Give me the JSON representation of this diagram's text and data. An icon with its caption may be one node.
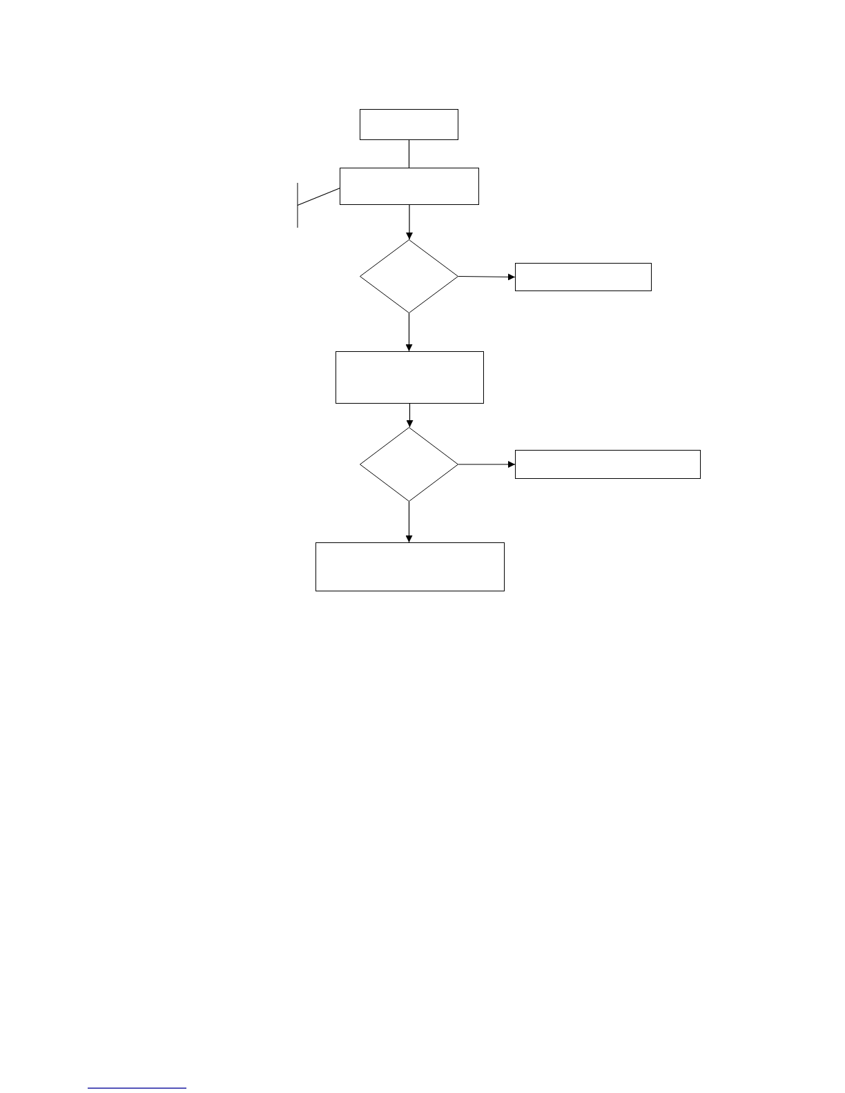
{
  "diagram": {
    "nodes": [
      {
        "text": [],
        "shape": "box"
      },
      {
        "text": [],
        "shape": "box"
      },
      {
        "text": [],
        "shape": "diamond"
      },
      {
        "text": [],
        "shape": "box"
      },
      {
        "text": [],
        "shape": "box"
      },
      {
        "text": [],
        "shape": "diamond"
      },
      {
        "text": [],
        "shape": "box"
      },
      {
        "text": [],
        "shape": "box"
      },
      {
        "text": [],
        "shape": "bracket"
      }
    ],
    "edges": [
      {
        "from": 0,
        "to": 1,
        "arrow": "none"
      },
      {
        "from": 1,
        "to": 2,
        "arrow": "to"
      },
      {
        "from": 2,
        "to": 3,
        "arrow": "to"
      },
      {
        "from": 2,
        "to": 4,
        "arrow": "to"
      },
      {
        "from": 4,
        "to": 5,
        "arrow": "to"
      },
      {
        "from": 5,
        "to": 6,
        "arrow": "to"
      },
      {
        "from": 5,
        "to": 7,
        "arrow": "to"
      },
      {
        "from": 8,
        "to": 1,
        "arrow": "none"
      }
    ]
  }
}
